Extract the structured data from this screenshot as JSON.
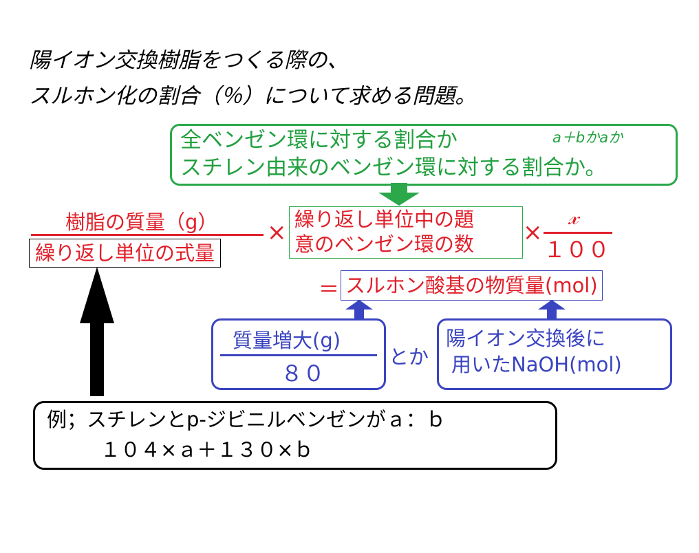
{
  "title": {
    "line1": "陽イオン交換樹脂をつくる際の、",
    "line2": "スルホン化の割合（％）について求める問題。"
  },
  "green_note": {
    "line1": "全ベンゼン環に対する割合か",
    "line2": "スチレン由来のベンゼン環に対する割合か。",
    "aside": "a＋bかaか"
  },
  "formula": {
    "numerator": "樹脂の質量（g）",
    "denominator": "繰り返し単位の式量",
    "times1": "×",
    "middle_line1": "繰り返し単位中の題",
    "middle_line2": "意のベンゼン環の数",
    "times2": "×",
    "x_num": "𝓍",
    "x_den": "１００",
    "equals": "＝",
    "result": "スルホン酸基の物質量(mol)"
  },
  "blue_left": {
    "numerator": "質量増大(g)",
    "denominator": "８０"
  },
  "connector": "とか",
  "blue_right": {
    "line1": "陽イオン交換後に",
    "line2": "用いたNaOH(mol)"
  },
  "example": {
    "line1": "例；スチレンとp-ジビニルベンゼンがａ：ｂ",
    "line2": "１０４×ａ＋１３０×ｂ"
  },
  "colors": {
    "green": "#2aa84a",
    "red": "#e0202a",
    "blue": "#3a44c0"
  }
}
